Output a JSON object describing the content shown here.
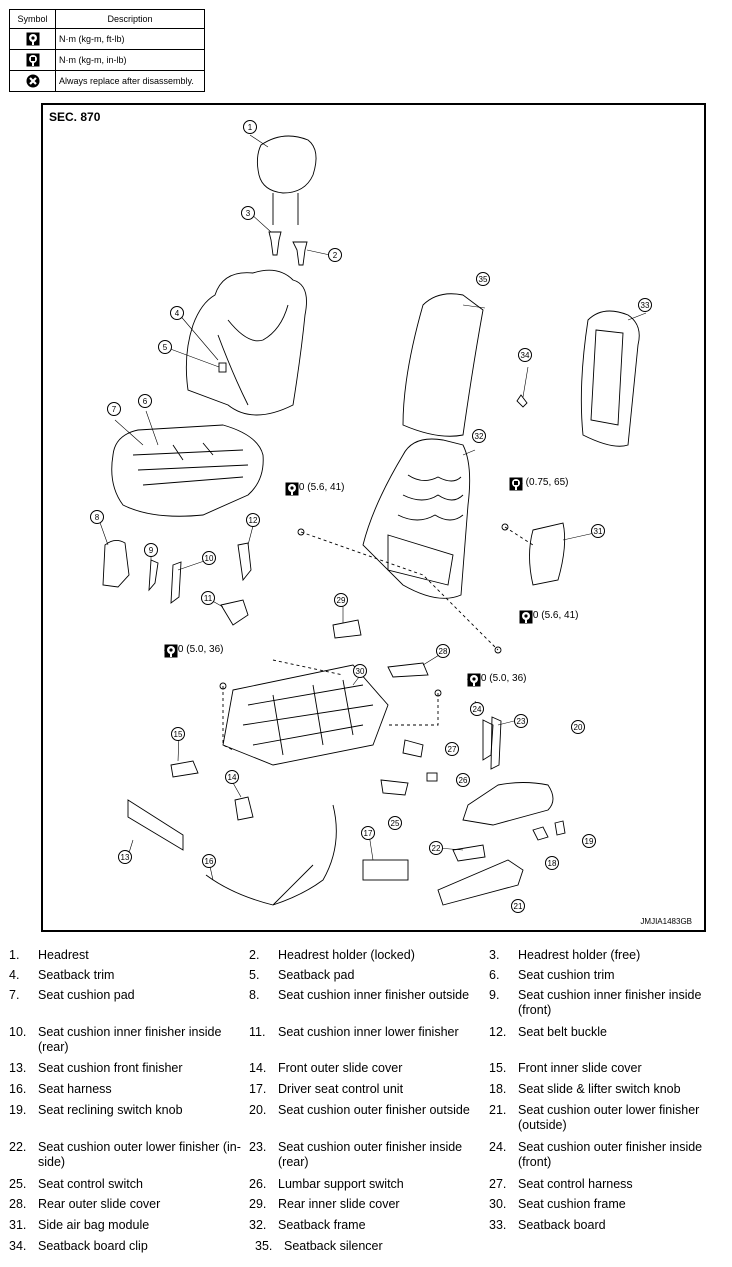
{
  "symbol_table": {
    "header": {
      "symbol": "Symbol",
      "description": "Description"
    },
    "rows": [
      {
        "icon": "torque-wrench-icon",
        "description": "N·m (kg-m, ft-lb)"
      },
      {
        "icon": "torque-wrench-small-icon",
        "description": "N·m (kg-m, in-lb)"
      },
      {
        "icon": "replace-x-icon",
        "description": "Always replace after disassembly."
      }
    ]
  },
  "diagram": {
    "section": "SEC. 870",
    "code": "JMJIA1483GB",
    "torques": [
      {
        "value": "55.0 (5.6, 41)",
        "icons": [
          "torque-wrench-icon"
        ]
      },
      {
        "value": "7.4 (0.75, 65)",
        "icons": [
          "replace-x-icon",
          "torque-wrench-small-icon"
        ]
      },
      {
        "value": "55.0 (5.6, 41)",
        "icons": [
          "torque-wrench-icon"
        ]
      },
      {
        "value": "49.0 (5.0, 36)",
        "icons": [
          "torque-wrench-icon"
        ]
      },
      {
        "value": "49.0 (5.0, 36)",
        "icons": [
          "torque-wrench-icon"
        ]
      }
    ],
    "callouts": [
      "1",
      "2",
      "3",
      "4",
      "5",
      "6",
      "7",
      "8",
      "9",
      "10",
      "11",
      "12",
      "13",
      "14",
      "15",
      "16",
      "17",
      "18",
      "19",
      "20",
      "21",
      "22",
      "23",
      "24",
      "25",
      "26",
      "27",
      "28",
      "29",
      "30",
      "31",
      "32",
      "33",
      "34",
      "35"
    ]
  },
  "legend": [
    [
      {
        "num": "1.",
        "text": "Headrest"
      },
      {
        "num": "2.",
        "text": "Headrest holder (locked)"
      },
      {
        "num": "3.",
        "text": "Headrest holder (free)"
      }
    ],
    [
      {
        "num": "4.",
        "text": "Seatback trim"
      },
      {
        "num": "5.",
        "text": "Seatback pad"
      },
      {
        "num": "6.",
        "text": "Seat cushion trim"
      }
    ],
    [
      {
        "num": "7.",
        "text": "Seat cushion pad"
      },
      {
        "num": "8.",
        "text": "Seat cushion inner finisher outside"
      },
      {
        "num": "9.",
        "text": "Seat cushion inner finisher inside (front)"
      }
    ],
    [
      {
        "num": "10.",
        "text": "Seat cushion inner finisher inside (rear)"
      },
      {
        "num": "11.",
        "text": "Seat cushion inner lower finisher"
      },
      {
        "num": "12.",
        "text": "Seat belt buckle"
      }
    ],
    [
      {
        "num": "13.",
        "text": "Seat cushion front finisher"
      },
      {
        "num": "14.",
        "text": "Front outer slide cover"
      },
      {
        "num": "15.",
        "text": "Front inner slide cover"
      }
    ],
    [
      {
        "num": "16.",
        "text": "Seat harness"
      },
      {
        "num": "17.",
        "text": "Driver seat control unit"
      },
      {
        "num": "18.",
        "text": "Seat slide & lifter switch knob"
      }
    ],
    [
      {
        "num": "19.",
        "text": "Seat reclining switch knob"
      },
      {
        "num": "20.",
        "text": "Seat cushion outer finisher outside"
      },
      {
        "num": "21.",
        "text": "Seat cushion outer lower finisher (outside)"
      }
    ],
    [
      {
        "num": "22.",
        "text": "Seat cushion outer lower finisher (in-side)"
      },
      {
        "num": "23.",
        "text": "Seat cushion outer finisher inside (rear)"
      },
      {
        "num": "24.",
        "text": "Seat cushion outer finisher inside (front)"
      }
    ],
    [
      {
        "num": "25.",
        "text": "Seat control switch"
      },
      {
        "num": "26.",
        "text": "Lumbar support switch"
      },
      {
        "num": "27.",
        "text": "Seat control harness"
      }
    ],
    [
      {
        "num": "28.",
        "text": "Rear outer slide cover"
      },
      {
        "num": "29.",
        "text": "Rear inner slide cover"
      },
      {
        "num": "30.",
        "text": "Seat cushion frame"
      }
    ],
    [
      {
        "num": "31.",
        "text": "Side air bag module"
      },
      {
        "num": "32.",
        "text": "Seatback frame"
      },
      {
        "num": "33.",
        "text": "Seatback board"
      }
    ],
    [
      {
        "num": "34.",
        "text": "Seatback board clip"
      },
      {
        "num": "35.",
        "text": "Seatback silencer"
      }
    ]
  ]
}
